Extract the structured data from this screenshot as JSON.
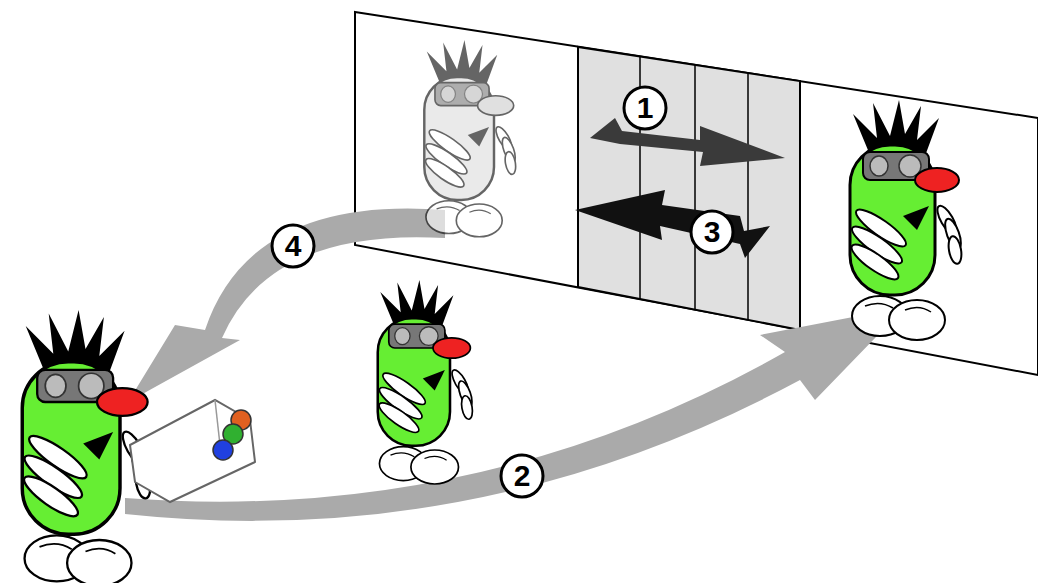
{
  "diagram": {
    "labels": [
      "1",
      "3",
      "4",
      "2"
    ]
  }
}
